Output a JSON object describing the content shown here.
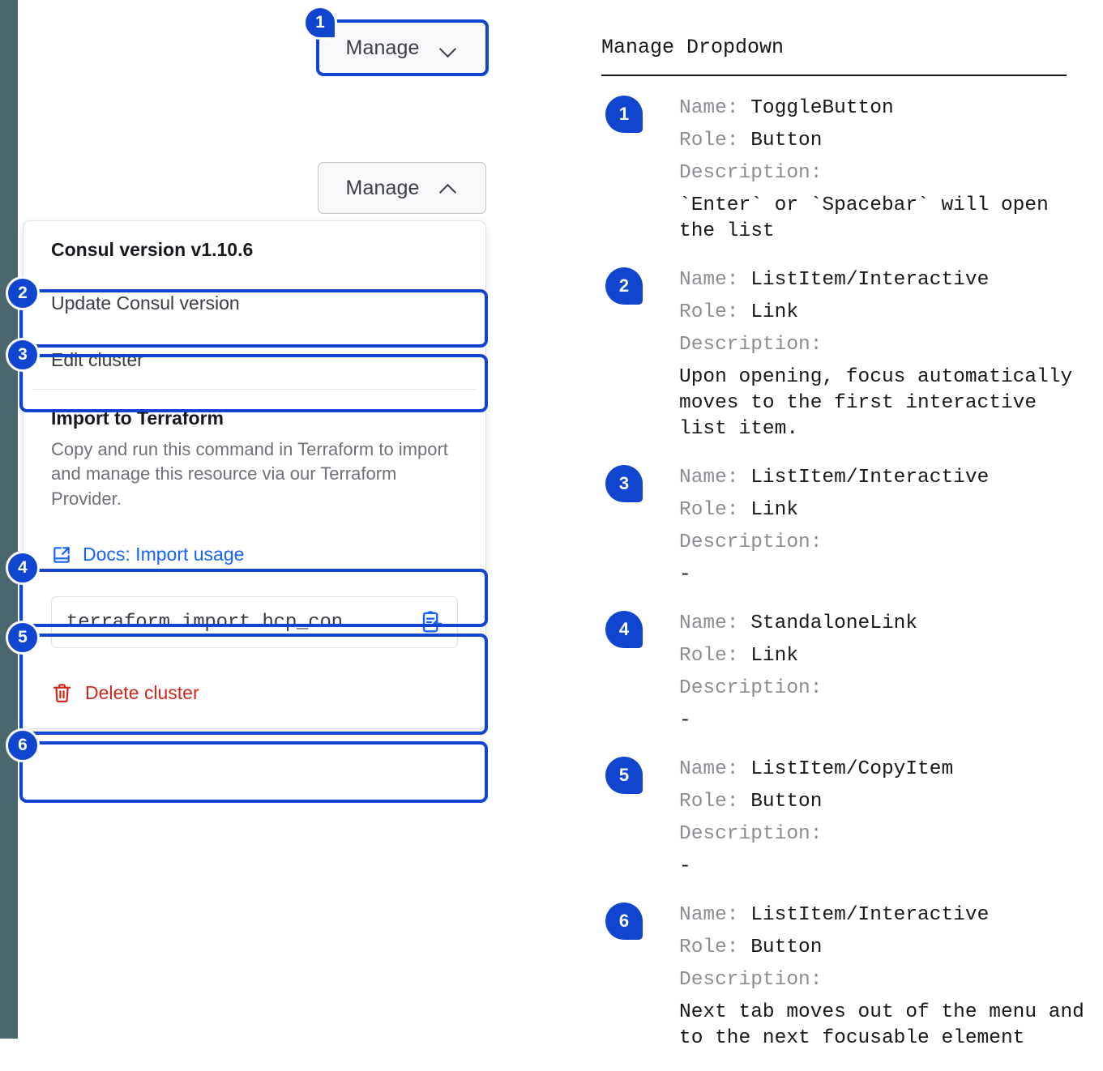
{
  "left": {
    "trigger_collapsed": {
      "label": "Manage",
      "icon": "chevron-down-icon"
    },
    "trigger_expanded": {
      "label": "Manage",
      "icon": "chevron-up-icon"
    },
    "dropdown": {
      "header": "Consul version v1.10.6",
      "item_update": "Update Consul version",
      "item_edit": "Edit cluster",
      "section_title": "Import to Terraform",
      "section_desc": "Copy and run this command in Terraform to import and manage this resource via our Terraform Provider.",
      "docs_link": "Docs: Import usage",
      "docs_icon": "external-link-docs-icon",
      "command": "terraform import hcp_con...",
      "copy_icon": "clipboard-copy-icon",
      "delete_label": "Delete cluster",
      "delete_icon": "trash-icon"
    },
    "badges": [
      "1",
      "2",
      "3",
      "4",
      "5",
      "6"
    ]
  },
  "right": {
    "title": "Manage Dropdown",
    "labels": {
      "name": "Name:",
      "role": "Role:",
      "description": "Description:"
    },
    "entries": [
      {
        "badge": "1",
        "name": "ToggleButton",
        "role": "Button",
        "description": "`Enter` or `Spacebar` will open\nthe list"
      },
      {
        "badge": "2",
        "name": "ListItem/Interactive",
        "role": "Link",
        "description": "Upon opening, focus automatically\nmoves to the first interactive\nlist item."
      },
      {
        "badge": "3",
        "name": "ListItem/Interactive",
        "role": "Link",
        "description": "-"
      },
      {
        "badge": "4",
        "name": "StandaloneLink",
        "role": "Link",
        "description": "-"
      },
      {
        "badge": "5",
        "name": "ListItem/CopyItem",
        "role": "Button",
        "description": "-"
      },
      {
        "badge": "6",
        "name": "ListItem/Interactive",
        "role": "Button",
        "description": "Next tab moves out of the menu and\nto the next focusable element"
      }
    ]
  },
  "colors": {
    "accent_blue": "#1046cf",
    "link_blue": "#1563ff",
    "danger_red": "#d0271d",
    "rail": "#4a666e"
  }
}
